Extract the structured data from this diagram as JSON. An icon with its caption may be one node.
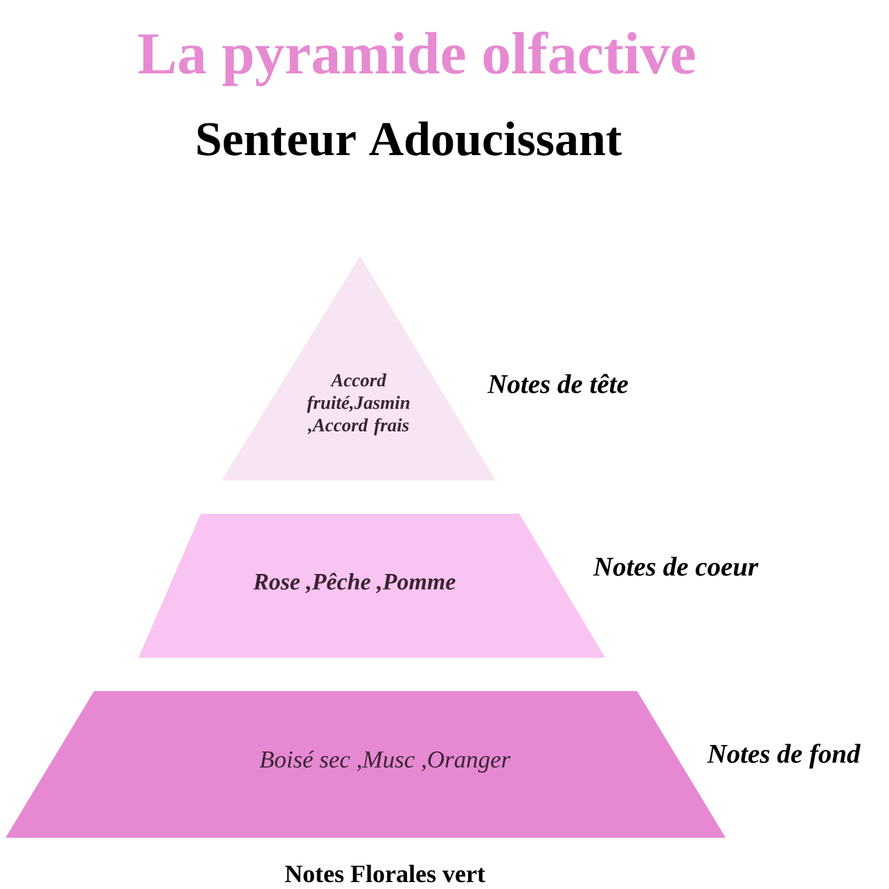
{
  "diagram": {
    "title": "La pyramide olfactive",
    "nodes": [
      {
        "text": [
          "Accord fruité,Jasmin ,Accord frais"
        ],
        "beside": [
          "Notes de tête"
        ]
      },
      {
        "text": [
          "Rose ,Pêche ,Pomme"
        ],
        "beside": [
          "Notes de coeur"
        ]
      },
      {
        "text": [
          "Boisé sec ,Musc ,Oranger"
        ],
        "beside": [
          "Notes de fond"
        ]
      }
    ],
    "labels": [
      "Senteur Adoucissant"
    ],
    "caption": "Notes Florales vert"
  }
}
